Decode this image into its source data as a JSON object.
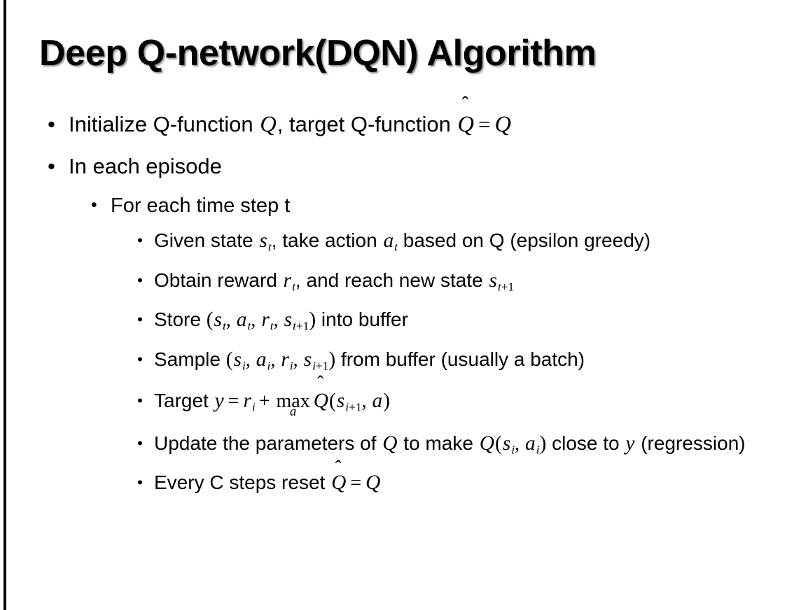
{
  "slide": {
    "title": "Deep Q-network(DQN) Algorithm",
    "background_color": "#ffffff",
    "text_color": "#000000",
    "edge_bar_color": "#000000",
    "bullet_glyph": "•"
  },
  "content": {
    "b1": {
      "level": 1,
      "pre": "Initialize Q-function ",
      "var_q": "Q",
      "mid": ", target Q-function ",
      "hat_base": "Q",
      "hat_accent": "ˆ",
      "eq": "=",
      "var_q2": "Q"
    },
    "b2": {
      "level": 1,
      "text": "In each episode"
    },
    "b3": {
      "level": 2,
      "text": "For each time step t"
    },
    "b4": {
      "level": 3,
      "pre": "Given state ",
      "s": "s",
      "s_sub": "t",
      "mid": ", take action ",
      "a": "a",
      "a_sub": "t",
      "post": " based on Q (epsilon greedy)"
    },
    "b5": {
      "level": 3,
      "pre": "Obtain reward ",
      "r": "r",
      "r_sub": "t",
      "mid": ", and reach new state ",
      "s": "s",
      "s_sub_var": "t",
      "s_sub_op": "+1"
    },
    "b6": {
      "level": 3,
      "pre": "Store ",
      "open": "(",
      "s": "s",
      "s_sub": "t",
      "c1": ", ",
      "a": "a",
      "a_sub": "t",
      "c2": ", ",
      "r": "r",
      "r_sub": "t",
      "c3": ", ",
      "s2": "s",
      "s2_sub_var": "t",
      "s2_sub_op": "+1",
      "close": ")",
      "post": " into buffer"
    },
    "b7": {
      "level": 3,
      "pre": "Sample ",
      "open": "(",
      "s": "s",
      "s_sub": "i",
      "c1": ", ",
      "a": "a",
      "a_sub": "i",
      "c2": ", ",
      "r": "r",
      "r_sub": "i",
      "c3": ", ",
      "s2": "s",
      "s2_sub_var": "i",
      "s2_sub_op": "+1",
      "close": ")",
      "post": " from buffer (usually a batch)"
    },
    "b8": {
      "level": 3,
      "pre": "Target ",
      "y": "y",
      "eq": "=",
      "r": "r",
      "r_sub": "i",
      "plus": "+",
      "op": "max",
      "op_limit": "a",
      "hat_base": "Q",
      "hat_accent": "ˆ",
      "open": "(",
      "s": "s",
      "s_sub_var": "i",
      "s_sub_op": "+1",
      "comma": ", ",
      "a": "a",
      "close": ")"
    },
    "b9": {
      "level": 3,
      "pre": "Update the parameters of ",
      "q1": "Q",
      "mid": " to make ",
      "q2": "Q",
      "open": "(",
      "s": "s",
      "s_sub": "i",
      "comma": ", ",
      "a": "a",
      "a_sub": "i",
      "close": ")",
      "post": " close to ",
      "y": "y",
      "tail": " (regression)"
    },
    "b10": {
      "level": 3,
      "pre": "Every C steps reset ",
      "hat_base": "Q",
      "hat_accent": "ˆ",
      "eq": "=",
      "q": "Q"
    }
  }
}
